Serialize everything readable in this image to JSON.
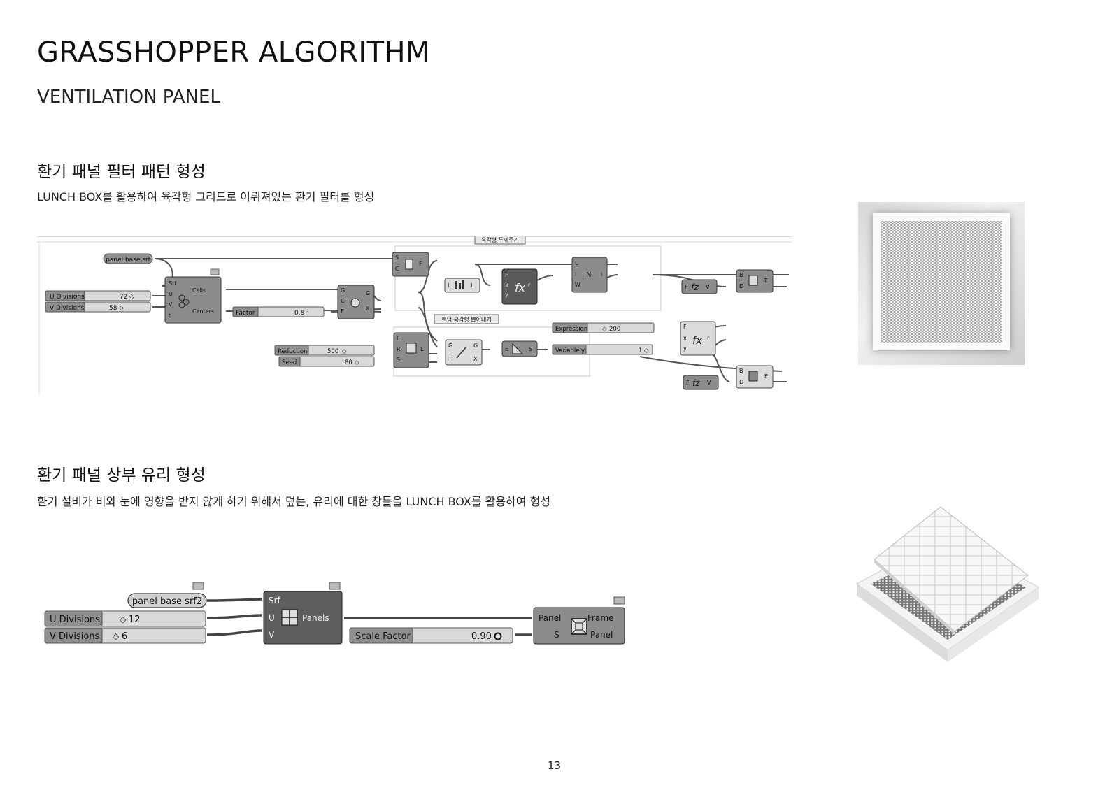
{
  "title": "GRASSHOPPER ALGORITHM",
  "subtitle": "VENTILATION PANEL",
  "section1": {
    "heading": "환기 패널 필터 패턴 형성",
    "description": "LUNCH BOX를 활용하여 육각형 그리드로 이뤄져있는 환기 필터를 형성",
    "definition": {
      "param_panel": "panel base srf",
      "u_label": "U Divisions",
      "u_value": "72",
      "v_label": "V Divisions",
      "v_value": "58",
      "hex_inputs": [
        "Srf",
        "U",
        "V",
        "t"
      ],
      "hex_outputs": [
        "Cells",
        "Centers"
      ],
      "factor_label": "Factor",
      "factor_value": "0.8",
      "scale_inputs": [
        "G",
        "C",
        "F"
      ],
      "scale_outputs": [
        "G",
        "X"
      ],
      "group1": "육각형 두께주기",
      "group2": "랜덤 육각형 뽑아내기",
      "reduction_label": "Reduction",
      "reduction_value": "500",
      "seed_label": "Seed",
      "seed_value": "80",
      "expression_label": "Expression",
      "expression_value": "200",
      "variable_label": "Variable y",
      "variable_value": "1",
      "pin_S": "S",
      "pin_C": "C",
      "pin_F": "F",
      "pin_L": "L",
      "pin_R": "R",
      "pin_I": "I",
      "pin_W": "W",
      "pin_i": "i",
      "pin_x": "x",
      "pin_y": "y",
      "pin_r": "r",
      "pin_T": "T",
      "pin_E": "E",
      "pin_V": "V",
      "pin_B": "B",
      "pin_D": "D",
      "pin_G": "G",
      "pin_X": "X"
    }
  },
  "section2": {
    "heading": "환기 패널 상부 유리 형성",
    "description": "환기 설비가 비와 눈에 영향을 받지 않게 하기 위해서 덮는, 유리에 대한 창틀을 LUNCH BOX를 활용하여 형성",
    "definition": {
      "param_panel": "panel base srf2",
      "u_label": "U Divisions",
      "u_value": "12",
      "v_label": "V Divisions",
      "v_value": "6",
      "panels_inputs": [
        "Srf",
        "U",
        "V"
      ],
      "panels_output": "Panels",
      "scale_label": "Scale Factor",
      "scale_value": "0.90",
      "frame_inputs": [
        "Panel",
        "S"
      ],
      "frame_outputs": [
        "Frame",
        "Panel"
      ]
    }
  },
  "page_number": "13"
}
